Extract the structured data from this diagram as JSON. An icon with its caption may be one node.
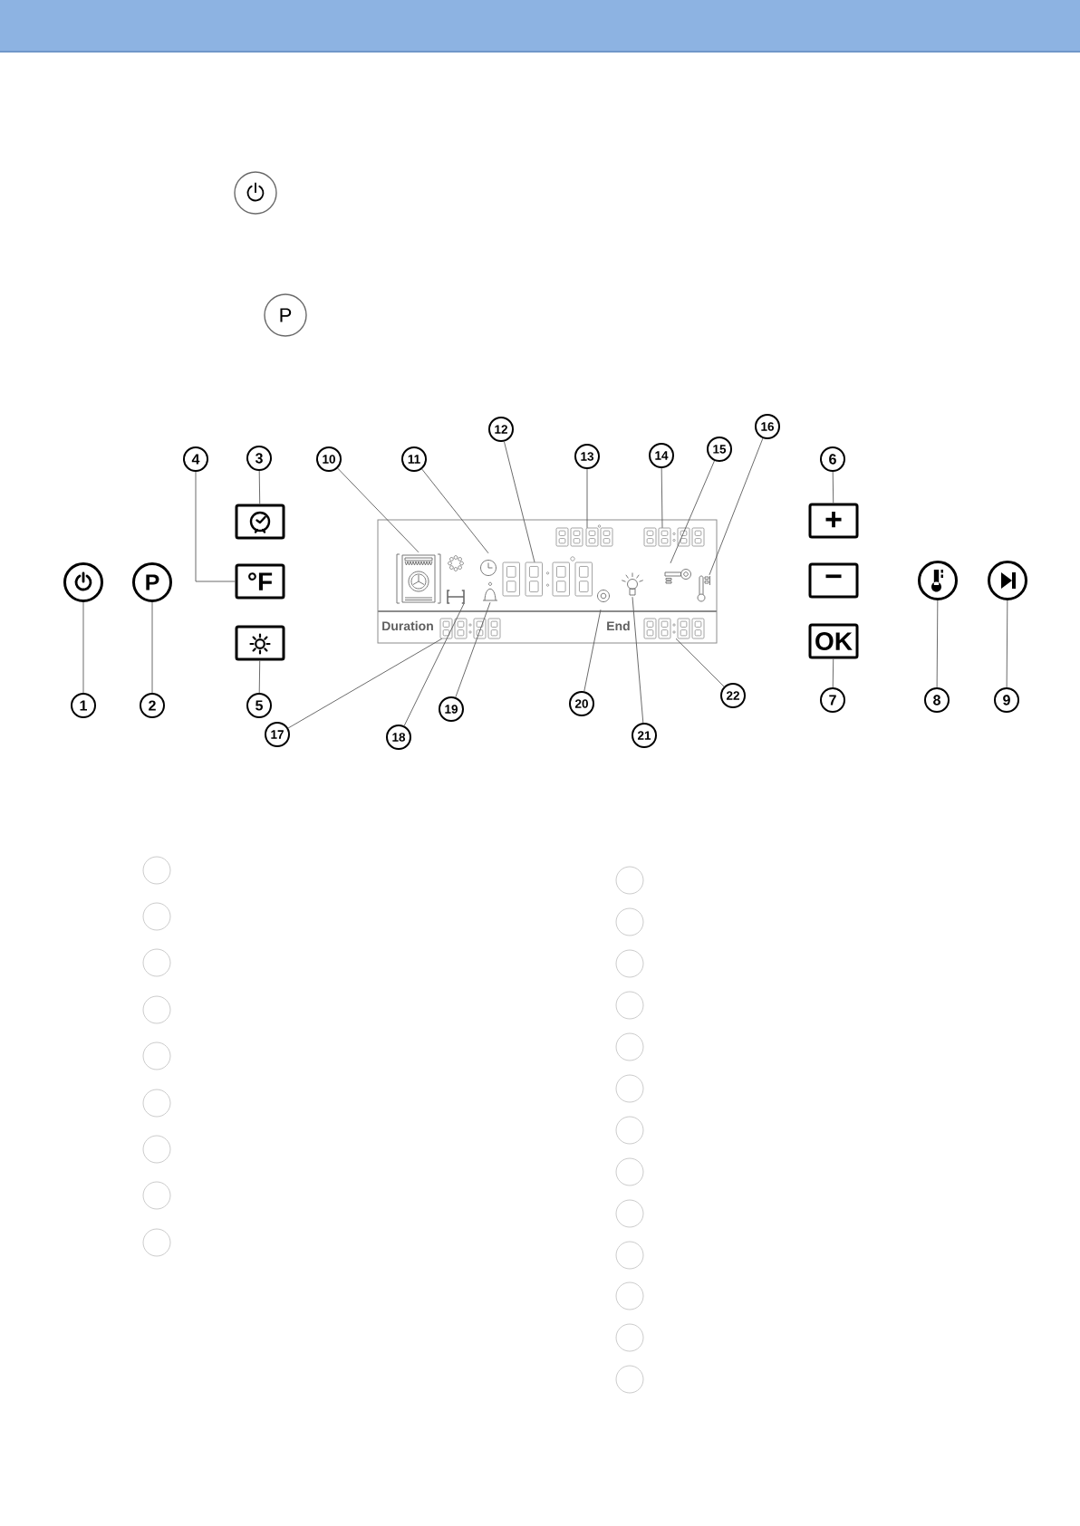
{
  "diagram": {
    "nodes": [
      {
        "text": [
          "1"
        ]
      },
      {
        "text": [
          "2"
        ]
      },
      {
        "text": [
          "3"
        ]
      },
      {
        "text": [
          "4"
        ]
      },
      {
        "text": [
          "5"
        ]
      },
      {
        "text": [
          "6"
        ]
      },
      {
        "text": [
          "7"
        ]
      },
      {
        "text": [
          "8"
        ]
      },
      {
        "text": [
          "9"
        ]
      },
      {
        "text": [
          "10"
        ]
      },
      {
        "text": [
          "11"
        ]
      },
      {
        "text": [
          "12"
        ]
      },
      {
        "text": [
          "13"
        ]
      },
      {
        "text": [
          "14"
        ]
      },
      {
        "text": [
          "15"
        ]
      },
      {
        "text": [
          "16"
        ]
      },
      {
        "text": [
          "17"
        ]
      },
      {
        "text": [
          "18"
        ]
      },
      {
        "text": [
          "19"
        ]
      },
      {
        "text": [
          "20"
        ]
      },
      {
        "text": [
          "21"
        ]
      },
      {
        "text": [
          "22"
        ]
      },
      {
        "text": [],
        "shape": "circle"
      },
      {
        "text": [
          "P"
        ]
      },
      {
        "text": [],
        "shape": "box"
      },
      {
        "text": [
          "°F"
        ]
      },
      {
        "text": [],
        "shape": "box"
      },
      {
        "text": [
          "+"
        ]
      },
      {
        "text": [
          "−"
        ]
      },
      {
        "text": [
          "OK"
        ]
      },
      {
        "text": [],
        "shape": "circle"
      },
      {
        "text": [],
        "shape": "circle"
      },
      {
        "text": [
          "Duration",
          "End"
        ]
      },
      {
        "text": [],
        "shape": "picture",
        "in": 32
      },
      {
        "text": [],
        "shape": "picture",
        "in": 32
      },
      {
        "text": [],
        "shape": "picture",
        "in": 32
      },
      {
        "text": [],
        "shape": "picture",
        "in": 32
      },
      {
        "text": [],
        "shape": "picture",
        "in": 32
      },
      {
        "text": [],
        "shape": "picture",
        "in": 32
      },
      {
        "text": [],
        "shape": "picture",
        "in": 32
      },
      {
        "text": [],
        "shape": "picture",
        "in": 32
      },
      {
        "text": [],
        "shape": "picture",
        "in": 32
      },
      {
        "text": [],
        "shape": "picture",
        "in": 32
      },
      {
        "text": [],
        "shape": "picture",
        "in": 32
      },
      {
        "text": [],
        "shape": "picture",
        "in": 32
      },
      {
        "text": [],
        "shape": "picture",
        "in": 32
      },
      {
        "text": [],
        "shape": "circle"
      },
      {
        "text": [],
        "shape": "circle"
      },
      {
        "text": [],
        "shape": "circle"
      },
      {
        "text": [],
        "shape": "circle"
      },
      {
        "text": [],
        "shape": "circle"
      },
      {
        "text": [],
        "shape": "circle"
      },
      {
        "text": [],
        "shape": "circle"
      },
      {
        "text": [],
        "shape": "circle"
      },
      {
        "text": [],
        "shape": "circle"
      },
      {
        "text": [],
        "shape": "circle"
      },
      {
        "text": [],
        "shape": "circle"
      },
      {
        "text": [],
        "shape": "circle"
      },
      {
        "text": [],
        "shape": "circle"
      },
      {
        "text": [],
        "shape": "circle"
      },
      {
        "text": [],
        "shape": "circle"
      },
      {
        "text": [],
        "shape": "circle"
      },
      {
        "text": [],
        "shape": "circle"
      },
      {
        "text": [],
        "shape": "circle"
      },
      {
        "text": [],
        "shape": "circle"
      },
      {
        "text": [],
        "shape": "circle"
      },
      {
        "text": [],
        "shape": "circle"
      },
      {
        "text": [],
        "shape": "circle"
      }
    ],
    "edges": [
      {
        "from": 0,
        "to": 22,
        "arrow": "none"
      },
      {
        "from": 1,
        "to": 23,
        "arrow": "none"
      },
      {
        "from": 2,
        "to": 24,
        "arrow": "none"
      },
      {
        "from": 3,
        "to": 25,
        "arrow": "none"
      },
      {
        "from": 4,
        "to": 26,
        "arrow": "none"
      },
      {
        "from": 5,
        "to": 27,
        "arrow": "none"
      },
      {
        "from": 6,
        "to": 29,
        "arrow": "none"
      },
      {
        "from": 7,
        "to": 30,
        "arrow": "none"
      },
      {
        "from": 8,
        "to": 31,
        "arrow": "none"
      },
      {
        "from": 9,
        "to": 33,
        "arrow": "none"
      },
      {
        "from": 10,
        "to": 34,
        "arrow": "none"
      },
      {
        "from": 11,
        "to": 35,
        "arrow": "none"
      },
      {
        "from": 12,
        "to": 36,
        "arrow": "none"
      },
      {
        "from": 13,
        "to": 37,
        "arrow": "none"
      },
      {
        "from": 14,
        "to": 38,
        "arrow": "none"
      },
      {
        "from": 15,
        "to": 39,
        "arrow": "none"
      },
      {
        "from": 16,
        "to": 40,
        "arrow": "none"
      },
      {
        "from": 17,
        "to": 41,
        "arrow": "none"
      },
      {
        "from": 18,
        "to": 42,
        "arrow": "none"
      },
      {
        "from": 19,
        "to": 43,
        "arrow": "none"
      },
      {
        "from": 20,
        "to": 44,
        "arrow": "none"
      },
      {
        "from": 21,
        "to": 45,
        "arrow": "none"
      }
    ],
    "labels": [
      "P"
    ]
  }
}
